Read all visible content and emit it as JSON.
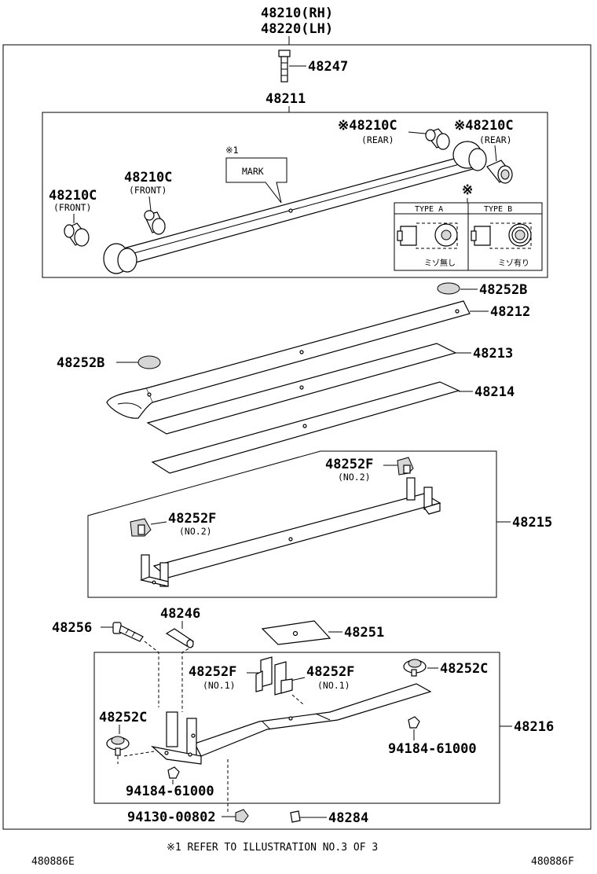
{
  "diagram": {
    "assembly": {
      "code_rh": "48210(RH)",
      "code_lh": "48220(LH)"
    },
    "parts": {
      "p48247": "48247",
      "p48211": "48211",
      "bushing_rear_1": {
        "code": "※48210C",
        "note": "(REAR)"
      },
      "bushing_rear_2": {
        "code": "※48210C",
        "note": "(REAR)"
      },
      "bushing_front_1": {
        "code": "48210C",
        "note": "(FRONT)"
      },
      "bushing_front_2": {
        "code": "48210C",
        "note": "(FRONT)"
      },
      "mark": {
        "ref": "※1",
        "label": "MARK"
      },
      "type_box": {
        "ref": "※",
        "type_a": "TYPE A",
        "type_b": "TYPE B",
        "type_a_note": "ミゾ無し",
        "type_b_note": "ミゾ有り"
      },
      "p48252B_top": "48252B",
      "p48212": "48212",
      "p48252B_left": "48252B",
      "p48213": "48213",
      "p48214": "48214",
      "clip_f_no2_top": {
        "code": "48252F",
        "note": "(NO.2)"
      },
      "clip_f_no2_left": {
        "code": "48252F",
        "note": "(NO.2)"
      },
      "p48215": "48215",
      "p48256": "48256",
      "p48246": "48246",
      "p48251": "48251",
      "clip_f_no1_left": {
        "code": "48252F",
        "note": "(NO.1)"
      },
      "clip_f_no1_right": {
        "code": "48252F",
        "note": "(NO.1)"
      },
      "p48252C_right": "48252C",
      "p48252C_left": "48252C",
      "p48216": "48216",
      "nut_right": "94184-61000",
      "nut_left": "94184-61000",
      "nut_bottom": "94130-00802",
      "p48284": "48284"
    },
    "footnote": "※1 REFER TO ILLUSTRATION NO.3 OF 3",
    "code_left": "480886E",
    "code_right": "480886F"
  }
}
